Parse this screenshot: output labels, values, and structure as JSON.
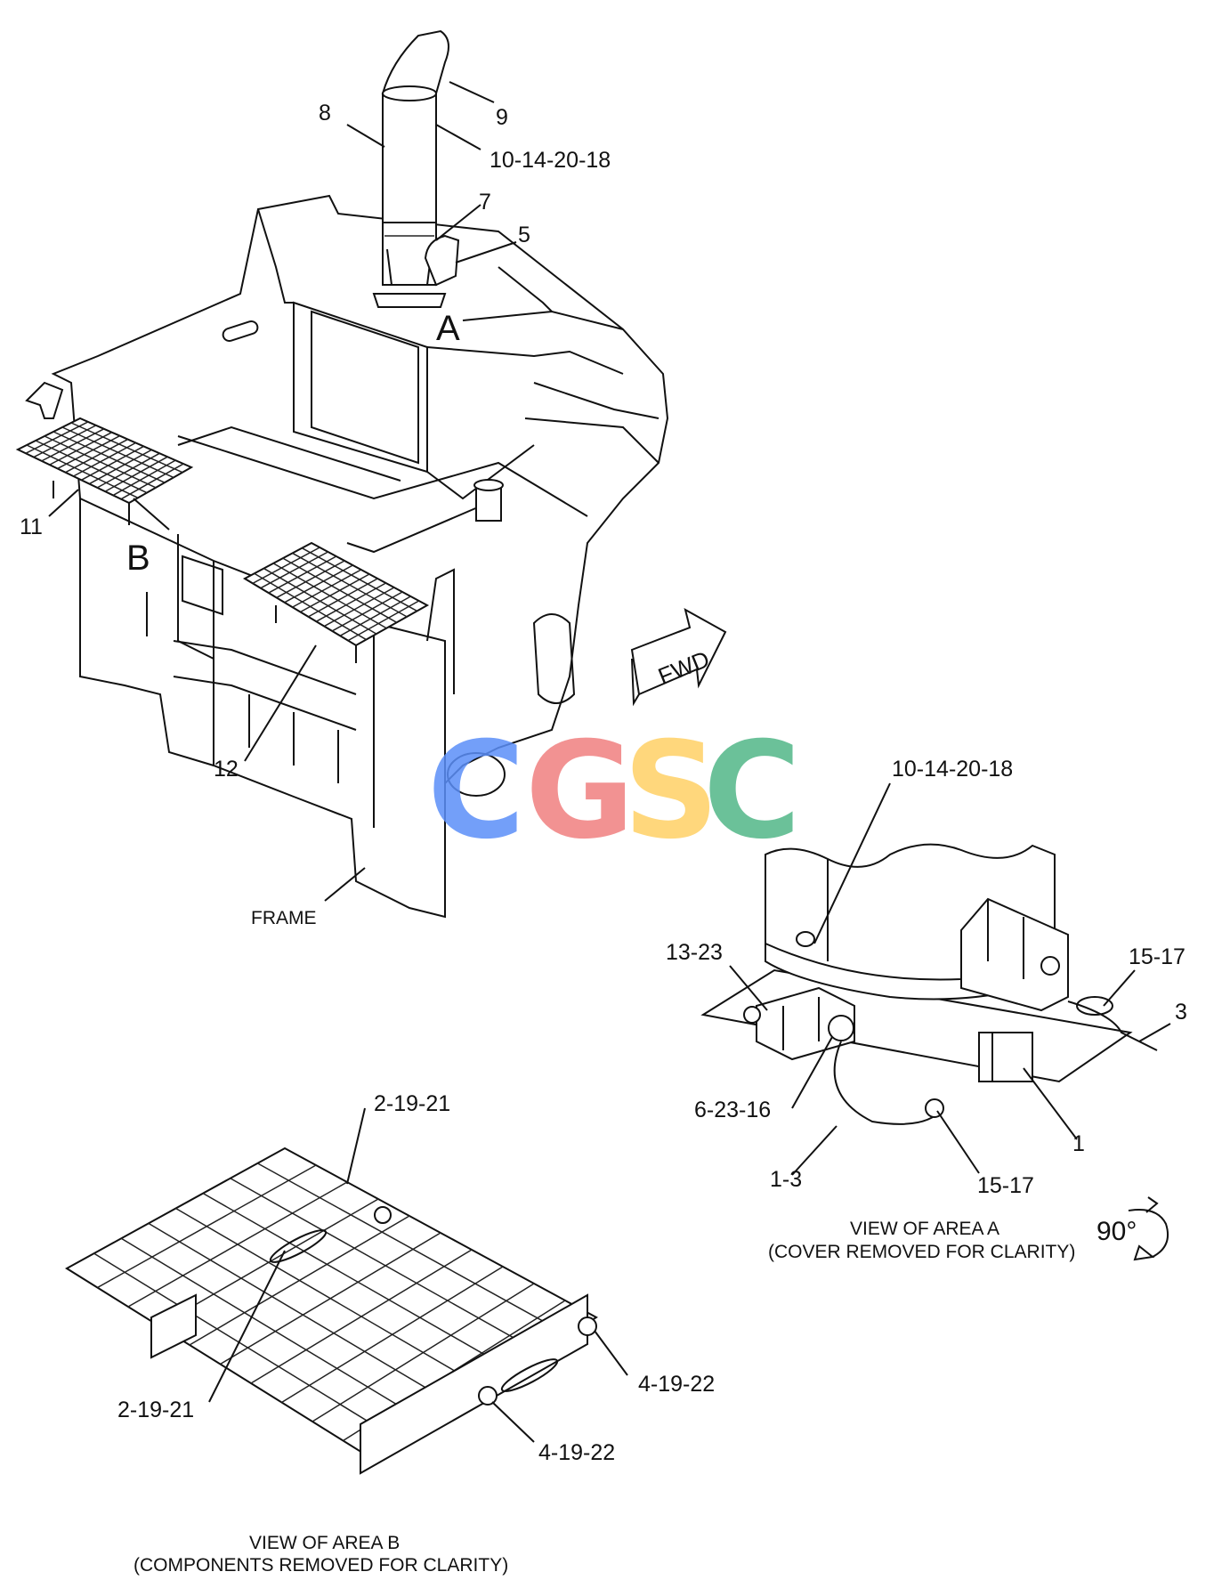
{
  "diagram": {
    "main_labels": {
      "c8": "8",
      "c9": "9",
      "c10_top": "10-14-20-18",
      "c7": "7",
      "c5": "5",
      "area_a": "A",
      "c11": "11",
      "area_b": "B",
      "c12": "12",
      "frame": "FRAME",
      "fwd": "FWD"
    },
    "view_a": {
      "c10": "10-14-20-18",
      "c13_23": "13-23",
      "c15_17_upper": "15-17",
      "c3": "3",
      "c6_23_16": "6-23-16",
      "c1": "1",
      "c1_3": "1-3",
      "c15_17_lower": "15-17",
      "caption_line1": "VIEW OF AREA  A",
      "caption_line2": "(COVER REMOVED FOR CLARITY)",
      "rotation": "90°"
    },
    "view_b": {
      "c2_19_21_upper": "2-19-21",
      "c2_19_21_lower": "2-19-21",
      "c4_19_22_right": "4-19-22",
      "c4_19_22_lower": "4-19-22",
      "caption_line1": "VIEW OF AREA  B",
      "caption_line2": "(COMPONENTS REMOVED FOR CLARITY)"
    }
  },
  "watermark": {
    "letters": [
      "C",
      "G",
      "S",
      "C"
    ],
    "colors": [
      "#5b8ff9",
      "#f08080",
      "#ffd166",
      "#52b788"
    ]
  }
}
